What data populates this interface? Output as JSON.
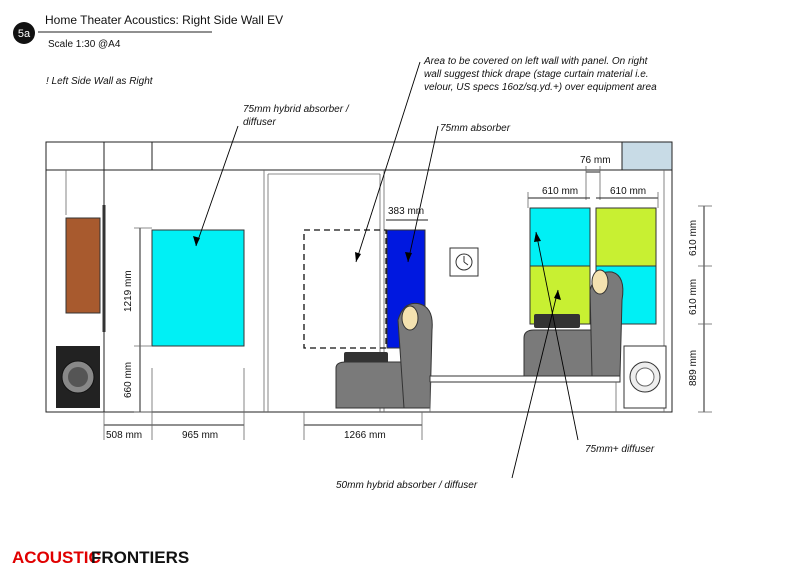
{
  "header": {
    "badge": "5a",
    "title": "Home Theater Acoustics: Right Side Wall EV",
    "scale": "Scale 1:30 @A4"
  },
  "notes": {
    "left_wall": "! Left Side Wall as Right",
    "area_line1": "Area to be covered on left wall with panel. On right",
    "area_line2": "wall suggest thick drape (stage curtain material i.e.",
    "area_line3": "velour, US specs 16oz/sq.yd.+) over equipment area",
    "hybrid75_line1": "75mm hybrid absorber /",
    "hybrid75_line2": "diffuser",
    "absorber75": "75mm absorber",
    "diffuser75": "75mm+ diffuser",
    "hybrid50": "50mm hybrid absorber / diffuser"
  },
  "dimensions": {
    "d_76": "76 mm",
    "d_610_a": "610 mm",
    "d_610_b": "610 mm",
    "d_383": "383 mm",
    "d_1219": "1219 mm",
    "d_660": "660 mm",
    "d_508": "508 mm",
    "d_965": "965 mm",
    "d_1266": "1266 mm",
    "d_610_right_top": "610 mm",
    "d_610_right_mid": "610 mm",
    "d_889": "889 mm"
  },
  "colors": {
    "cyan_panel": "#00f0f5",
    "blue_panel": "#0018e0",
    "lime_panel": "#c8f032",
    "wood": "#a85a2e",
    "seat_gray": "#7a7a7a",
    "window": "#c8dbe6"
  },
  "brand": {
    "logo_part1": "ACOUSTIC",
    "logo_part2": "FRONTIERS"
  }
}
